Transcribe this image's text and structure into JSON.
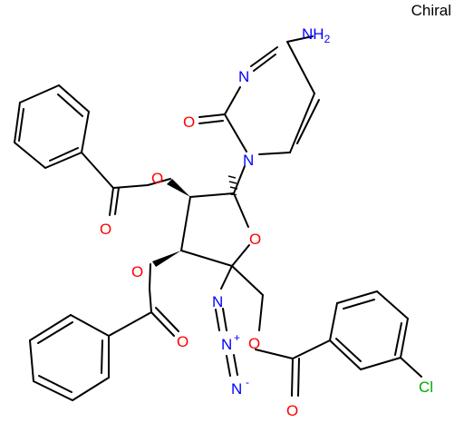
{
  "header": {
    "chiral_label": "Chiral"
  },
  "colors": {
    "bond": "#000000",
    "oxygen": "#ff0000",
    "nitrogen": "#0000ff",
    "chlorine": "#00aa00",
    "background": "#ffffff"
  },
  "atoms": {
    "nh2": "NH2",
    "n3": "N",
    "o2": "O",
    "n1": "N",
    "o_ester1": "O",
    "o_carbonyl1": "O",
    "o_ring": "O",
    "o_ester2": "O",
    "o_carbonyl2": "O",
    "n_azide1": "N",
    "n_azide2": "N",
    "n_azide2_charge": "+",
    "n_azide3": "N",
    "n_azide3_charge": "-",
    "o_ester3": "O",
    "o_carbonyl3": "O",
    "cl": "Cl"
  }
}
